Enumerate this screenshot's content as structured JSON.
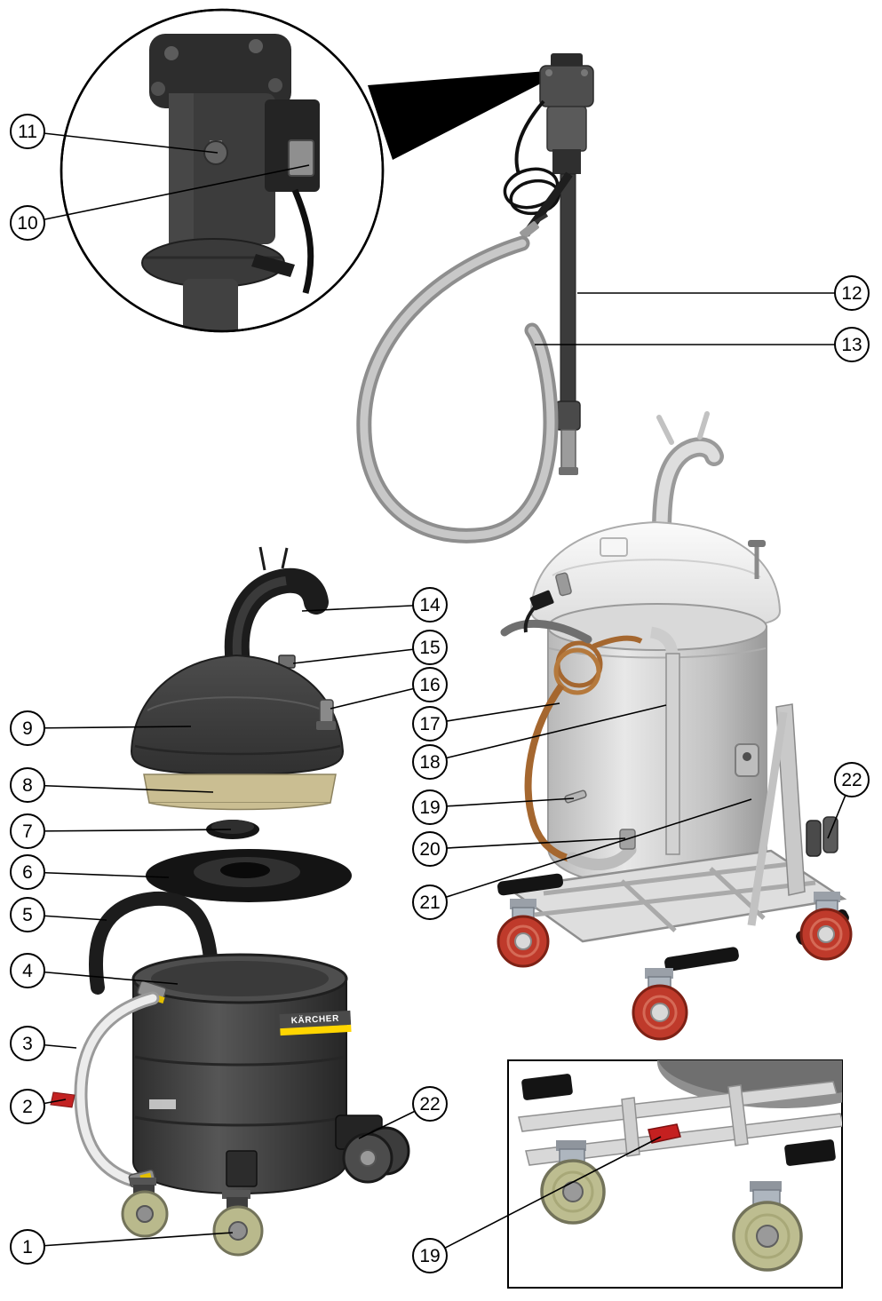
{
  "diagram": {
    "brand_label": "KÄRCHER"
  },
  "callouts": [
    {
      "id": "11",
      "label": "11"
    },
    {
      "id": "10",
      "label": "10"
    },
    {
      "id": "12",
      "label": "12"
    },
    {
      "id": "13",
      "label": "13"
    },
    {
      "id": "14",
      "label": "14"
    },
    {
      "id": "15",
      "label": "15"
    },
    {
      "id": "16",
      "label": "16"
    },
    {
      "id": "9",
      "label": "9"
    },
    {
      "id": "8",
      "label": "8"
    },
    {
      "id": "7",
      "label": "7"
    },
    {
      "id": "6",
      "label": "6"
    },
    {
      "id": "5",
      "label": "5"
    },
    {
      "id": "4",
      "label": "4"
    },
    {
      "id": "3",
      "label": "3"
    },
    {
      "id": "2",
      "label": "2"
    },
    {
      "id": "1",
      "label": "1"
    },
    {
      "id": "17",
      "label": "17"
    },
    {
      "id": "18",
      "label": "18"
    },
    {
      "id": "19",
      "label": "19"
    },
    {
      "id": "20",
      "label": "20"
    },
    {
      "id": "21",
      "label": "21"
    },
    {
      "id": "22-right",
      "label": "22"
    },
    {
      "id": "22-drum",
      "label": "22"
    },
    {
      "id": "19-inset",
      "label": "19"
    }
  ],
  "colors": {
    "callout_border": "#000000",
    "brand_yellow": "#ffd500",
    "wheel_red": "#bf3a2b",
    "caster_olive": "#bdbd90",
    "copper": "#a5672f"
  }
}
